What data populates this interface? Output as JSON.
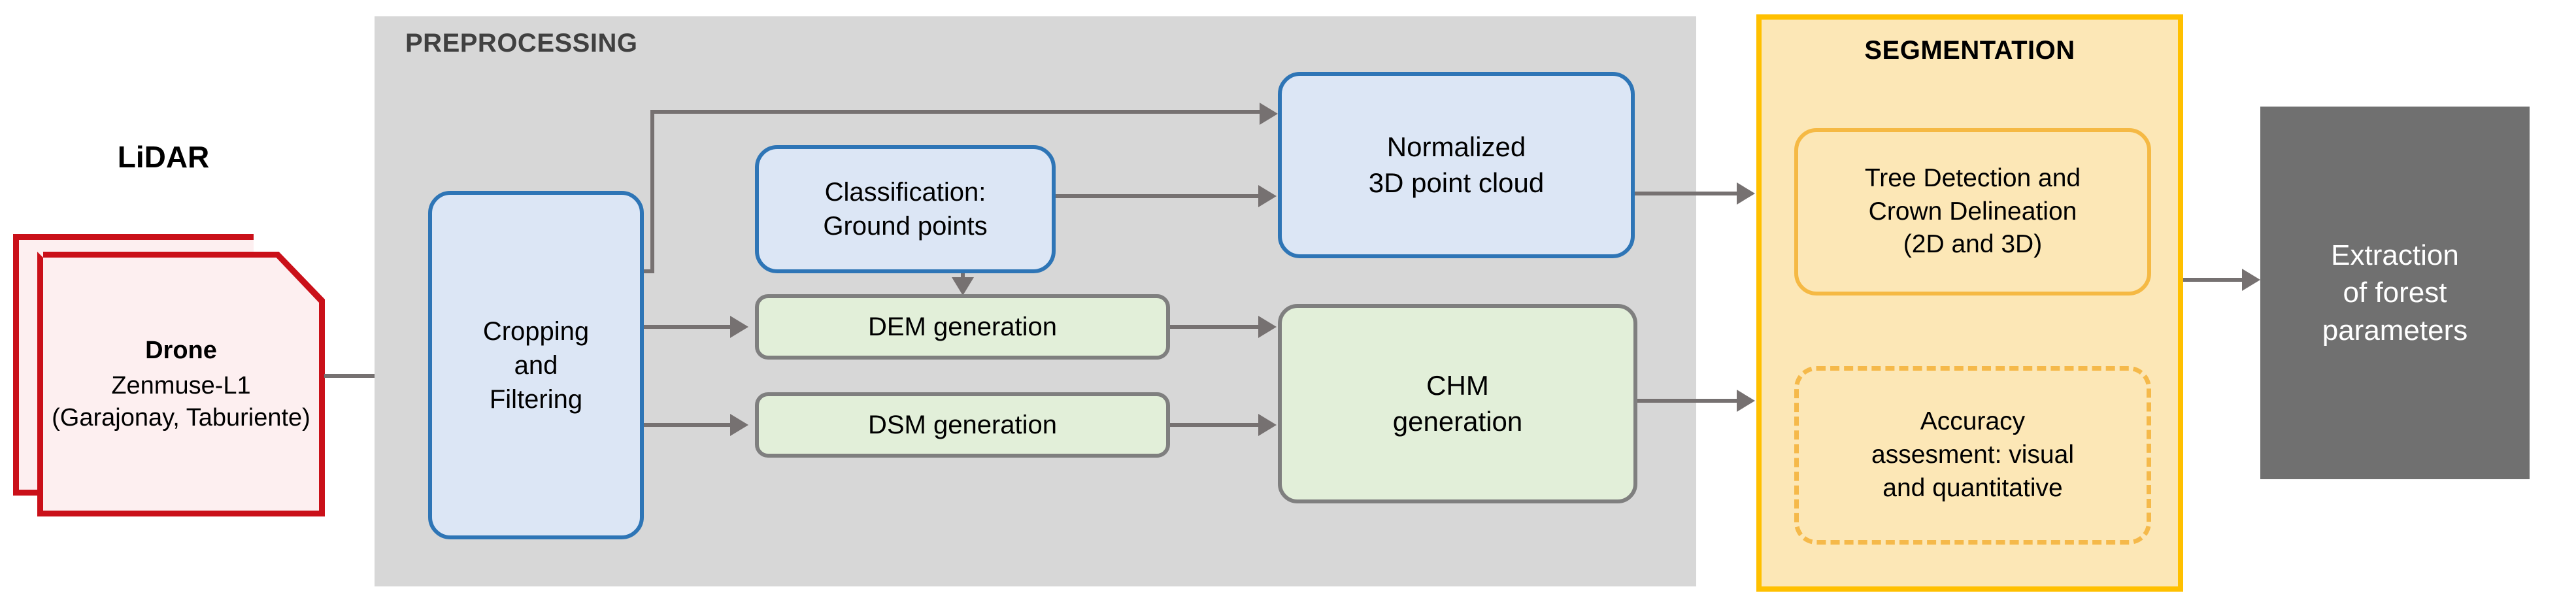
{
  "diagram": {
    "title_lidar": "LiDAR",
    "source": {
      "name": "Drone",
      "model": "Zenmuse-L1",
      "sites": "(Garajonay, Taburiente)"
    },
    "preprocessing": {
      "title": "PREPROCESSING",
      "nodes": {
        "cropping": "Cropping and Filtering",
        "cropping_l1": "Cropping",
        "cropping_l2": "and",
        "cropping_l3": "Filtering",
        "classification_l1": "Classification:",
        "classification_l2": "Ground points",
        "dem": "DEM generation",
        "dsm": "DSM generation",
        "normalized_l1": "Normalized",
        "normalized_l2": "3D point cloud",
        "chm_l1": "CHM",
        "chm_l2": "generation"
      }
    },
    "segmentation": {
      "title": "SEGMENTATION",
      "nodes": {
        "tree_l1": "Tree Detection and",
        "tree_l2": "Crown Delineation",
        "tree_l3": "(2D and 3D)",
        "accuracy_l1": "Accuracy",
        "accuracy_l2": "assesment: visual",
        "accuracy_l3": "and quantitative"
      }
    },
    "output": {
      "extraction_l1": "Extraction",
      "extraction_l2": "of forest",
      "extraction_l3": "parameters"
    },
    "colors": {
      "preprocessing_panel": "#d7d7d7",
      "segmentation_panel": "#fce7b6",
      "segmentation_border": "#ffc000",
      "blue_node_fill": "#dce6f5",
      "blue_node_border": "#2e75b6",
      "green_node_fill": "#e2efd9",
      "green_node_border": "#7f7f7f",
      "source_fill": "#fdeff0",
      "source_border": "#ca1019",
      "output_fill": "#707070",
      "connector": "#767171"
    }
  }
}
